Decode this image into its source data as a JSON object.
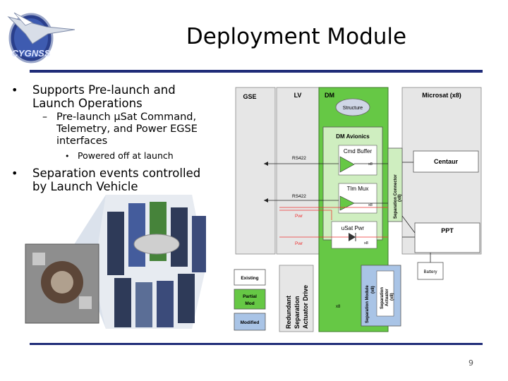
{
  "title": "Deployment Module",
  "logo": {
    "text": "CYGNSS"
  },
  "bullets": [
    {
      "text": "Supports Pre-launch and Launch Operations",
      "sub": [
        {
          "text": "Pre-launch µSat Command, Telemetry, and Power EGSE interfaces",
          "sub": [
            {
              "text": "Powered off at launch"
            }
          ]
        }
      ]
    },
    {
      "text": "Separation events controlled by Launch Vehicle"
    }
  ],
  "diagram": {
    "gse": "GSE",
    "lv": "LV",
    "dm": "DM",
    "microsat": "Microsat (x8)",
    "structure": "Structure",
    "dm_avionics": "DM Avionics",
    "cmd_buffer": "Cmd Buffer",
    "tlm_mux": "Tlm Mux",
    "usat_pwr": "uSat Pwr",
    "x8": "x8",
    "rs422_1": "RS422",
    "rs422_2": "RS422",
    "pwr_1": "Pwr",
    "pwr_2": "Pwr",
    "separation_connector": "Separation Connector",
    "separation_connector_x8": "(x8)",
    "centaur": "Centaur",
    "ppt": "PPT",
    "battery": "Battery",
    "redundant_drive": [
      "Redundant",
      "Separation",
      "Actuator Drive"
    ],
    "separation_module": [
      "Separation Module",
      "(x8)"
    ],
    "separation_actuator": [
      "Separation",
      "Actuator",
      "(x8)"
    ],
    "legend": {
      "existing": "Existing",
      "partial": [
        "Partial",
        "Mod"
      ],
      "modified": "Modified"
    },
    "colors": {
      "green": "#66c845",
      "blue": "#a9c4e6",
      "light_green": "#cfeec0",
      "gray": "#e6e6e6",
      "red": "#e33"
    }
  },
  "page_number": "9"
}
